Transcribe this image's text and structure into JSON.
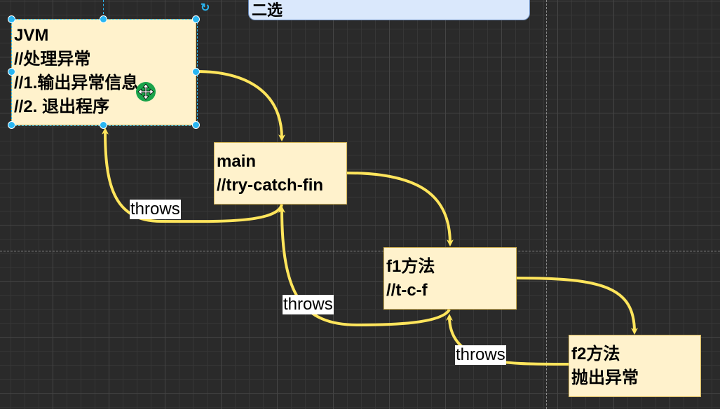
{
  "top_box": {
    "text": "二选"
  },
  "nodes": {
    "jvm": {
      "lines": [
        "JVM",
        "//处理异常",
        "//1.输出异常信息",
        "//2. 退出程序"
      ]
    },
    "main": {
      "lines": [
        "main",
        "//try-catch-fin"
      ]
    },
    "f1": {
      "lines": [
        "f1方法",
        "//t-c-f"
      ]
    },
    "f2": {
      "lines": [
        "f2方法",
        "抛出异常"
      ]
    }
  },
  "edges": {
    "main_to_jvm": {
      "label": "throws"
    },
    "f1_to_main": {
      "label": "throws"
    },
    "f2_to_f1": {
      "label": "throws"
    }
  },
  "colors": {
    "arrow": "#ffe55c",
    "node_fill": "#fff2cc",
    "node_border": "#d6b656",
    "selection": "#29b6f2",
    "canvas": "#2a2a2a"
  }
}
